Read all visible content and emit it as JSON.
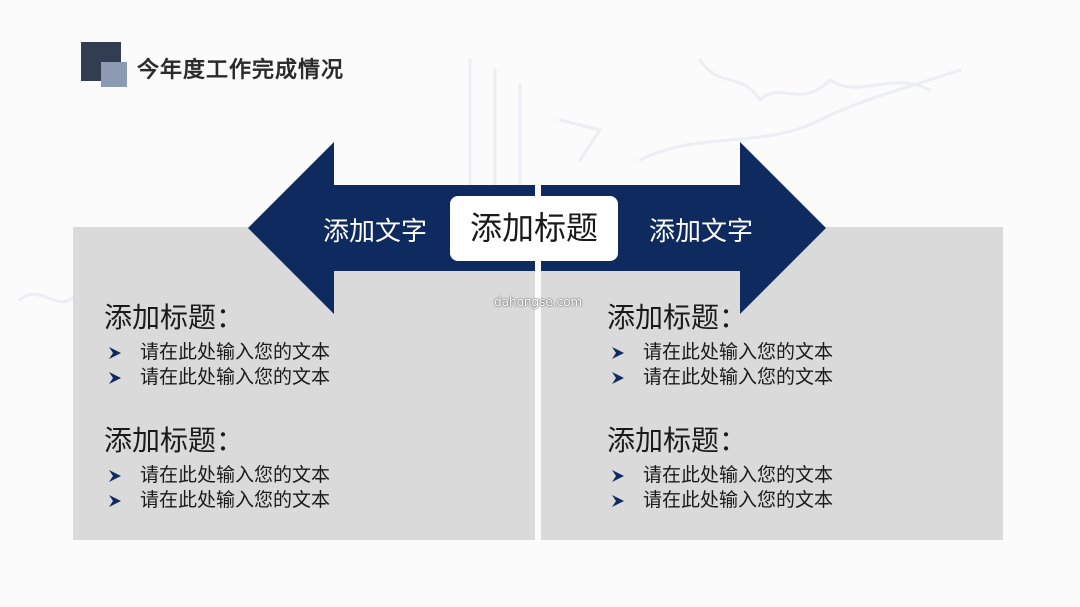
{
  "title": "今年度工作完成情况",
  "center_label": "添加标题",
  "arrows": {
    "left_label": "添加文字",
    "right_label": "添加文字",
    "fill_color": "#0e2a5e"
  },
  "watermark": "dahongse.com",
  "colors": {
    "panel": "#dadada",
    "logo_dark": "#323d52",
    "logo_light": "#8d9ab4"
  },
  "panels": [
    {
      "sections": [
        {
          "heading": "添加标题：",
          "bullets": [
            "请在此处输入您的文本",
            "请在此处输入您的文本"
          ]
        },
        {
          "heading": "添加标题：",
          "bullets": [
            "请在此处输入您的文本",
            "请在此处输入您的文本"
          ]
        }
      ]
    },
    {
      "sections": [
        {
          "heading": "添加标题：",
          "bullets": [
            "请在此处输入您的文本",
            "请在此处输入您的文本"
          ]
        },
        {
          "heading": "添加标题：",
          "bullets": [
            "请在此处输入您的文本",
            "请在此处输入您的文本"
          ]
        }
      ]
    }
  ]
}
